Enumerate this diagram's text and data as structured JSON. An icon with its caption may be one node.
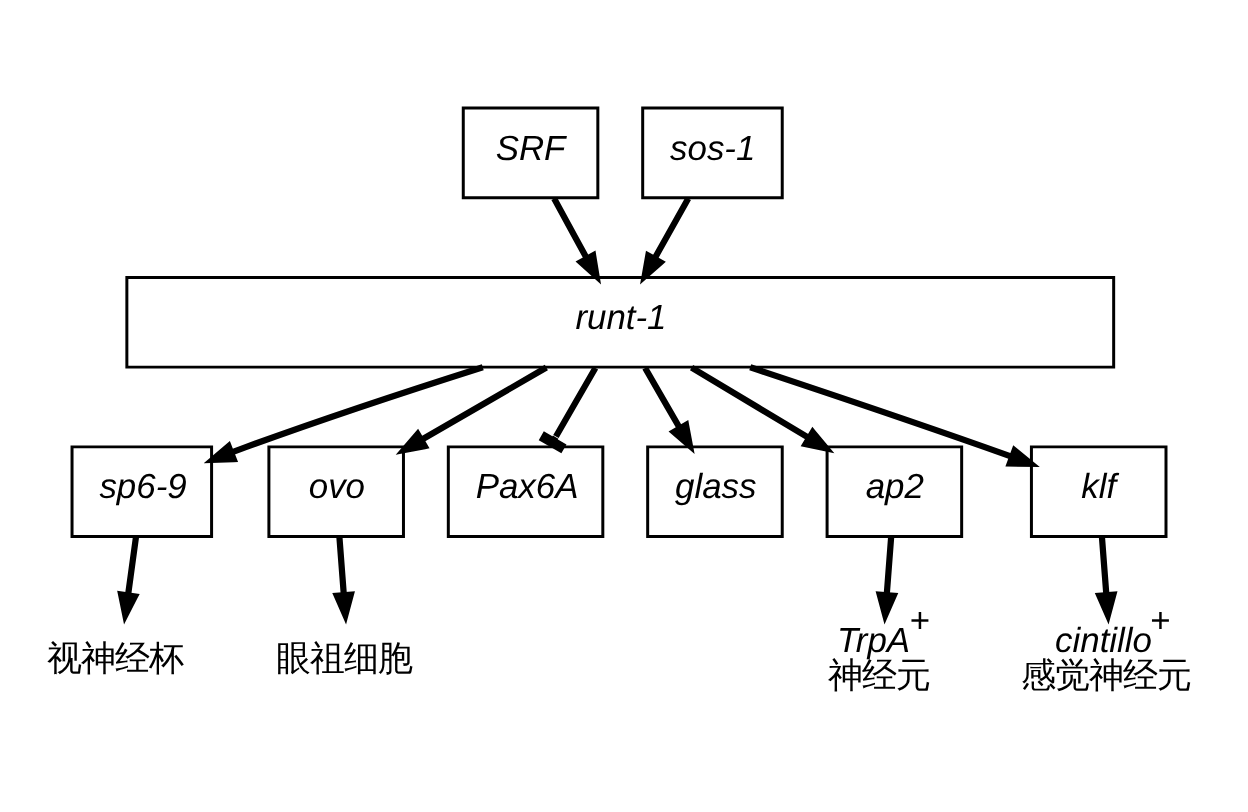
{
  "diagram": {
    "nodes": [
      {
        "text": [
          "SRF"
        ]
      },
      {
        "text": [
          "sos-1"
        ]
      },
      {
        "text": [
          "runt-1"
        ]
      },
      {
        "text": [
          "sp6-9"
        ]
      },
      {
        "text": [
          "ovo"
        ]
      },
      {
        "text": [
          "Pax6A"
        ]
      },
      {
        "text": [
          "glass"
        ]
      },
      {
        "text": [
          "ap2"
        ]
      },
      {
        "text": [
          "klf"
        ]
      },
      {
        "text": [
          "视神经杯"
        ]
      },
      {
        "text": [
          "眼祖细胞"
        ]
      },
      {
        "text": [
          "TrpA$^{+}$",
          "神经元"
        ]
      },
      {
        "text": [
          "cintillo$^{+}$",
          "感觉神经元"
        ]
      }
    ],
    "edges": [
      {
        "from": 0,
        "to": 2,
        "arrow": "to"
      },
      {
        "from": 1,
        "to": 2,
        "arrow": "to"
      },
      {
        "from": 2,
        "to": 3,
        "arrow": "to"
      },
      {
        "from": 2,
        "to": 4,
        "arrow": "to"
      },
      {
        "from": 2,
        "to": 5,
        "arrow": "other"
      },
      {
        "from": 2,
        "to": 6,
        "arrow": "to"
      },
      {
        "from": 2,
        "to": 7,
        "arrow": "to"
      },
      {
        "from": 2,
        "to": 8,
        "arrow": "to"
      },
      {
        "from": 3,
        "to": 9,
        "arrow": "to"
      },
      {
        "from": 4,
        "to": 10,
        "arrow": "to"
      },
      {
        "from": 7,
        "to": 11,
        "arrow": "to"
      },
      {
        "from": 8,
        "to": 12,
        "arrow": "to"
      }
    ]
  }
}
